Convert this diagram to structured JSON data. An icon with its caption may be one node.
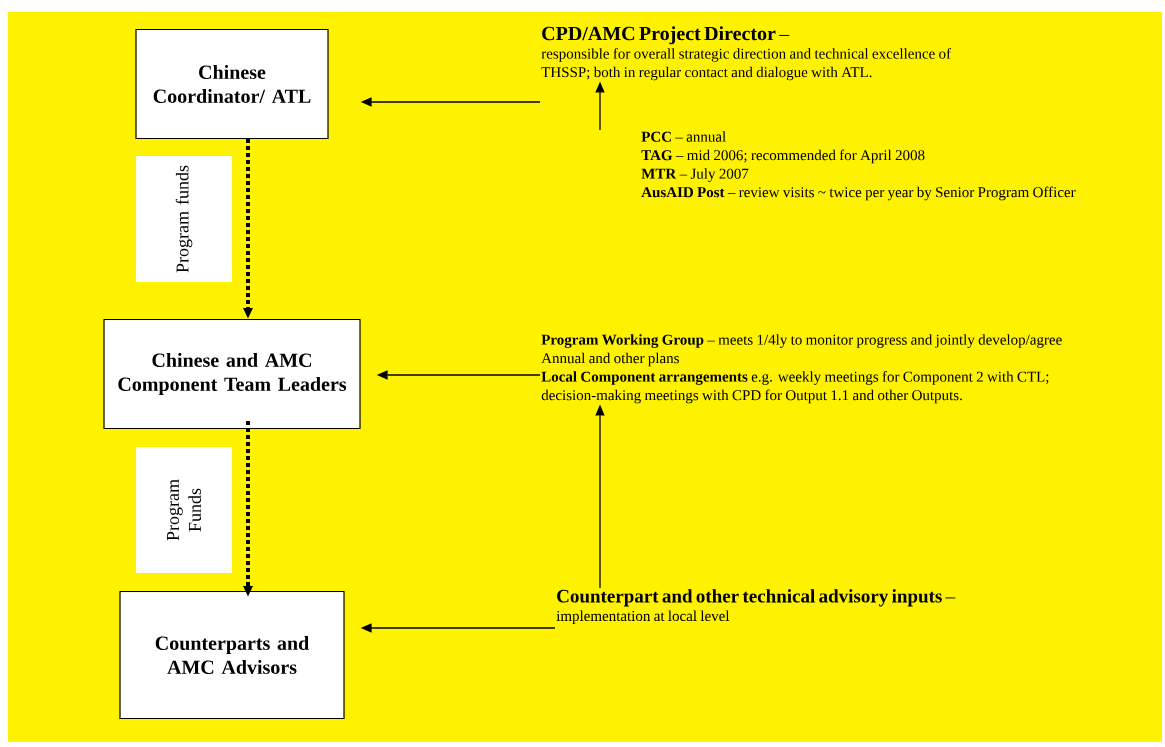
{
  "diagram": {
    "nodes": [
      {
        "text": [
          "Chinese Coordinator/ ATL"
        ]
      },
      {
        "text": [
          "Chinese and AMC Component Team Leaders"
        ]
      },
      {
        "text": [
          "Counterparts and AMC Advisors"
        ]
      },
      {
        "text": [
          "**CPD/AMC Project Director** –",
          "responsible for overall strategic direction and technical excellence of THSSP; both in regular contact and dialogue with ATL."
        ]
      },
      {
        "text": [
          "**PCC** – annual",
          "**TAG** – mid 2006; recommended for April 2008",
          "**MTR** – July 2007",
          "**AusAID Post** – review visits ~ twice per year by Senior Program Officer"
        ]
      },
      {
        "text": [
          "**Program Working Group** – meets 1/4ly to monitor progress and jointly develop/agree Annual and other plans",
          "**Local Component arrangements** e.g. weekly meetings for Component 2 with CTL; decision-making meetings with CPD for Output 1.1 and other Outputs."
        ]
      },
      {
        "text": [
          "**Counterpart and other technical advisory inputs** –",
          "implementation at local level"
        ]
      }
    ],
    "edges": [
      {
        "from": 3,
        "to": 0,
        "arrow": "to"
      },
      {
        "from": 4,
        "to": 3,
        "arrow": "to"
      },
      {
        "from": 5,
        "to": 1,
        "arrow": "to"
      },
      {
        "from": 6,
        "to": 5,
        "arrow": "to"
      },
      {
        "from": 6,
        "to": 2,
        "arrow": "to"
      },
      {
        "from": 0,
        "to": 1,
        "arrow": "to",
        "style": "dashed",
        "label": "Program funds"
      },
      {
        "from": 1,
        "to": 2,
        "arrow": "to",
        "style": "dashed",
        "label": "Program Funds"
      }
    ]
  }
}
